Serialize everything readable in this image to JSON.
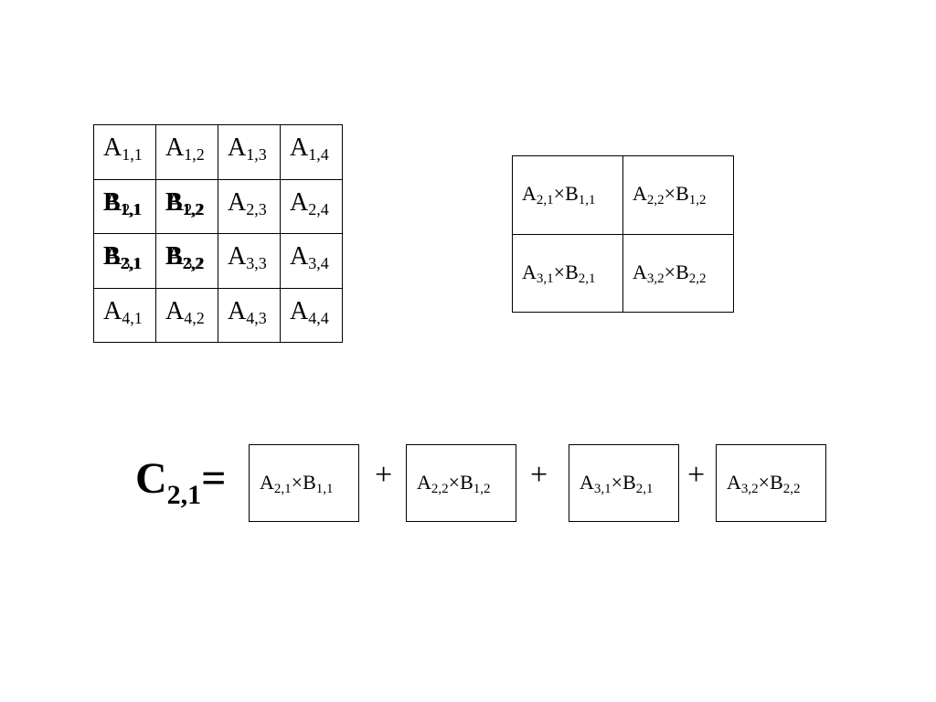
{
  "matrix_a": {
    "rows": [
      [
        "A1,1",
        "A1,2",
        "A1,3",
        "A1,4"
      ],
      [
        "A2,1",
        "A2,2",
        "A2,3",
        "A2,4"
      ],
      [
        "A3,1",
        "A3,2",
        "A3,3",
        "A3,4"
      ],
      [
        "A4,1",
        "A4,2",
        "A4,3",
        "A4,4"
      ]
    ],
    "overlay": [
      {
        "row": 1,
        "col": 0,
        "text": "B1,1"
      },
      {
        "row": 1,
        "col": 1,
        "text": "B1,2"
      },
      {
        "row": 2,
        "col": 0,
        "text": "B2,1"
      },
      {
        "row": 2,
        "col": 1,
        "text": "B2,2"
      }
    ]
  },
  "matrix_c": {
    "cells": [
      "A2,1×B1,1",
      "A2,2×B1,2",
      "A3,1×B2,1",
      "A3,2×B2,2"
    ]
  },
  "equation": {
    "lhs": "C2,1=",
    "terms": [
      "A2,1×B1,1",
      "A2,2×B1,2",
      "A3,1×B2,1",
      "A3,2×B2,2"
    ],
    "operator": "+"
  }
}
